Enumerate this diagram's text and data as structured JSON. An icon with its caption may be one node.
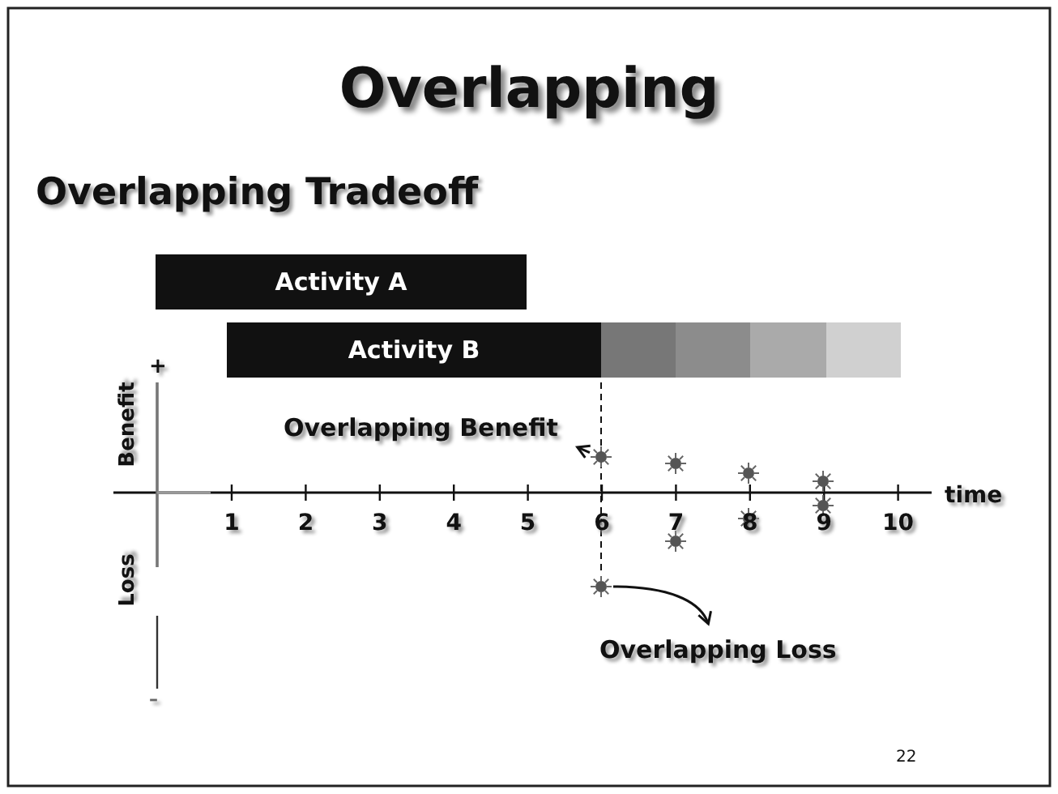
{
  "diagram": {
    "title": "Overlapping",
    "nodes": [
      {
        "text": [
          "Activity A"
        ]
      },
      {
        "text": [
          "Activity B"
        ]
      },
      {
        "text": [],
        "shape": "bar"
      },
      {
        "text": [],
        "shape": "bar"
      },
      {
        "text": [],
        "shape": "bar"
      },
      {
        "text": [],
        "shape": "bar"
      },
      {
        "text": [
          "Overlapping Benefit"
        ]
      },
      {
        "text": [],
        "shape": "star"
      },
      {
        "text": [],
        "shape": "star"
      },
      {
        "text": [
          "Overlapping Loss"
        ]
      }
    ],
    "edges": [
      {
        "from": 7,
        "to": 6,
        "arrow": "to"
      },
      {
        "from": 8,
        "to": 9,
        "arrow": "to"
      }
    ],
    "labels": [
      "Overlapping Tradeoff",
      "+",
      "Benefit",
      "Loss",
      "1",
      "2",
      "3",
      "4",
      "5",
      "6",
      "7",
      "8",
      "9",
      "10",
      "time",
      "–",
      "22"
    ]
  }
}
